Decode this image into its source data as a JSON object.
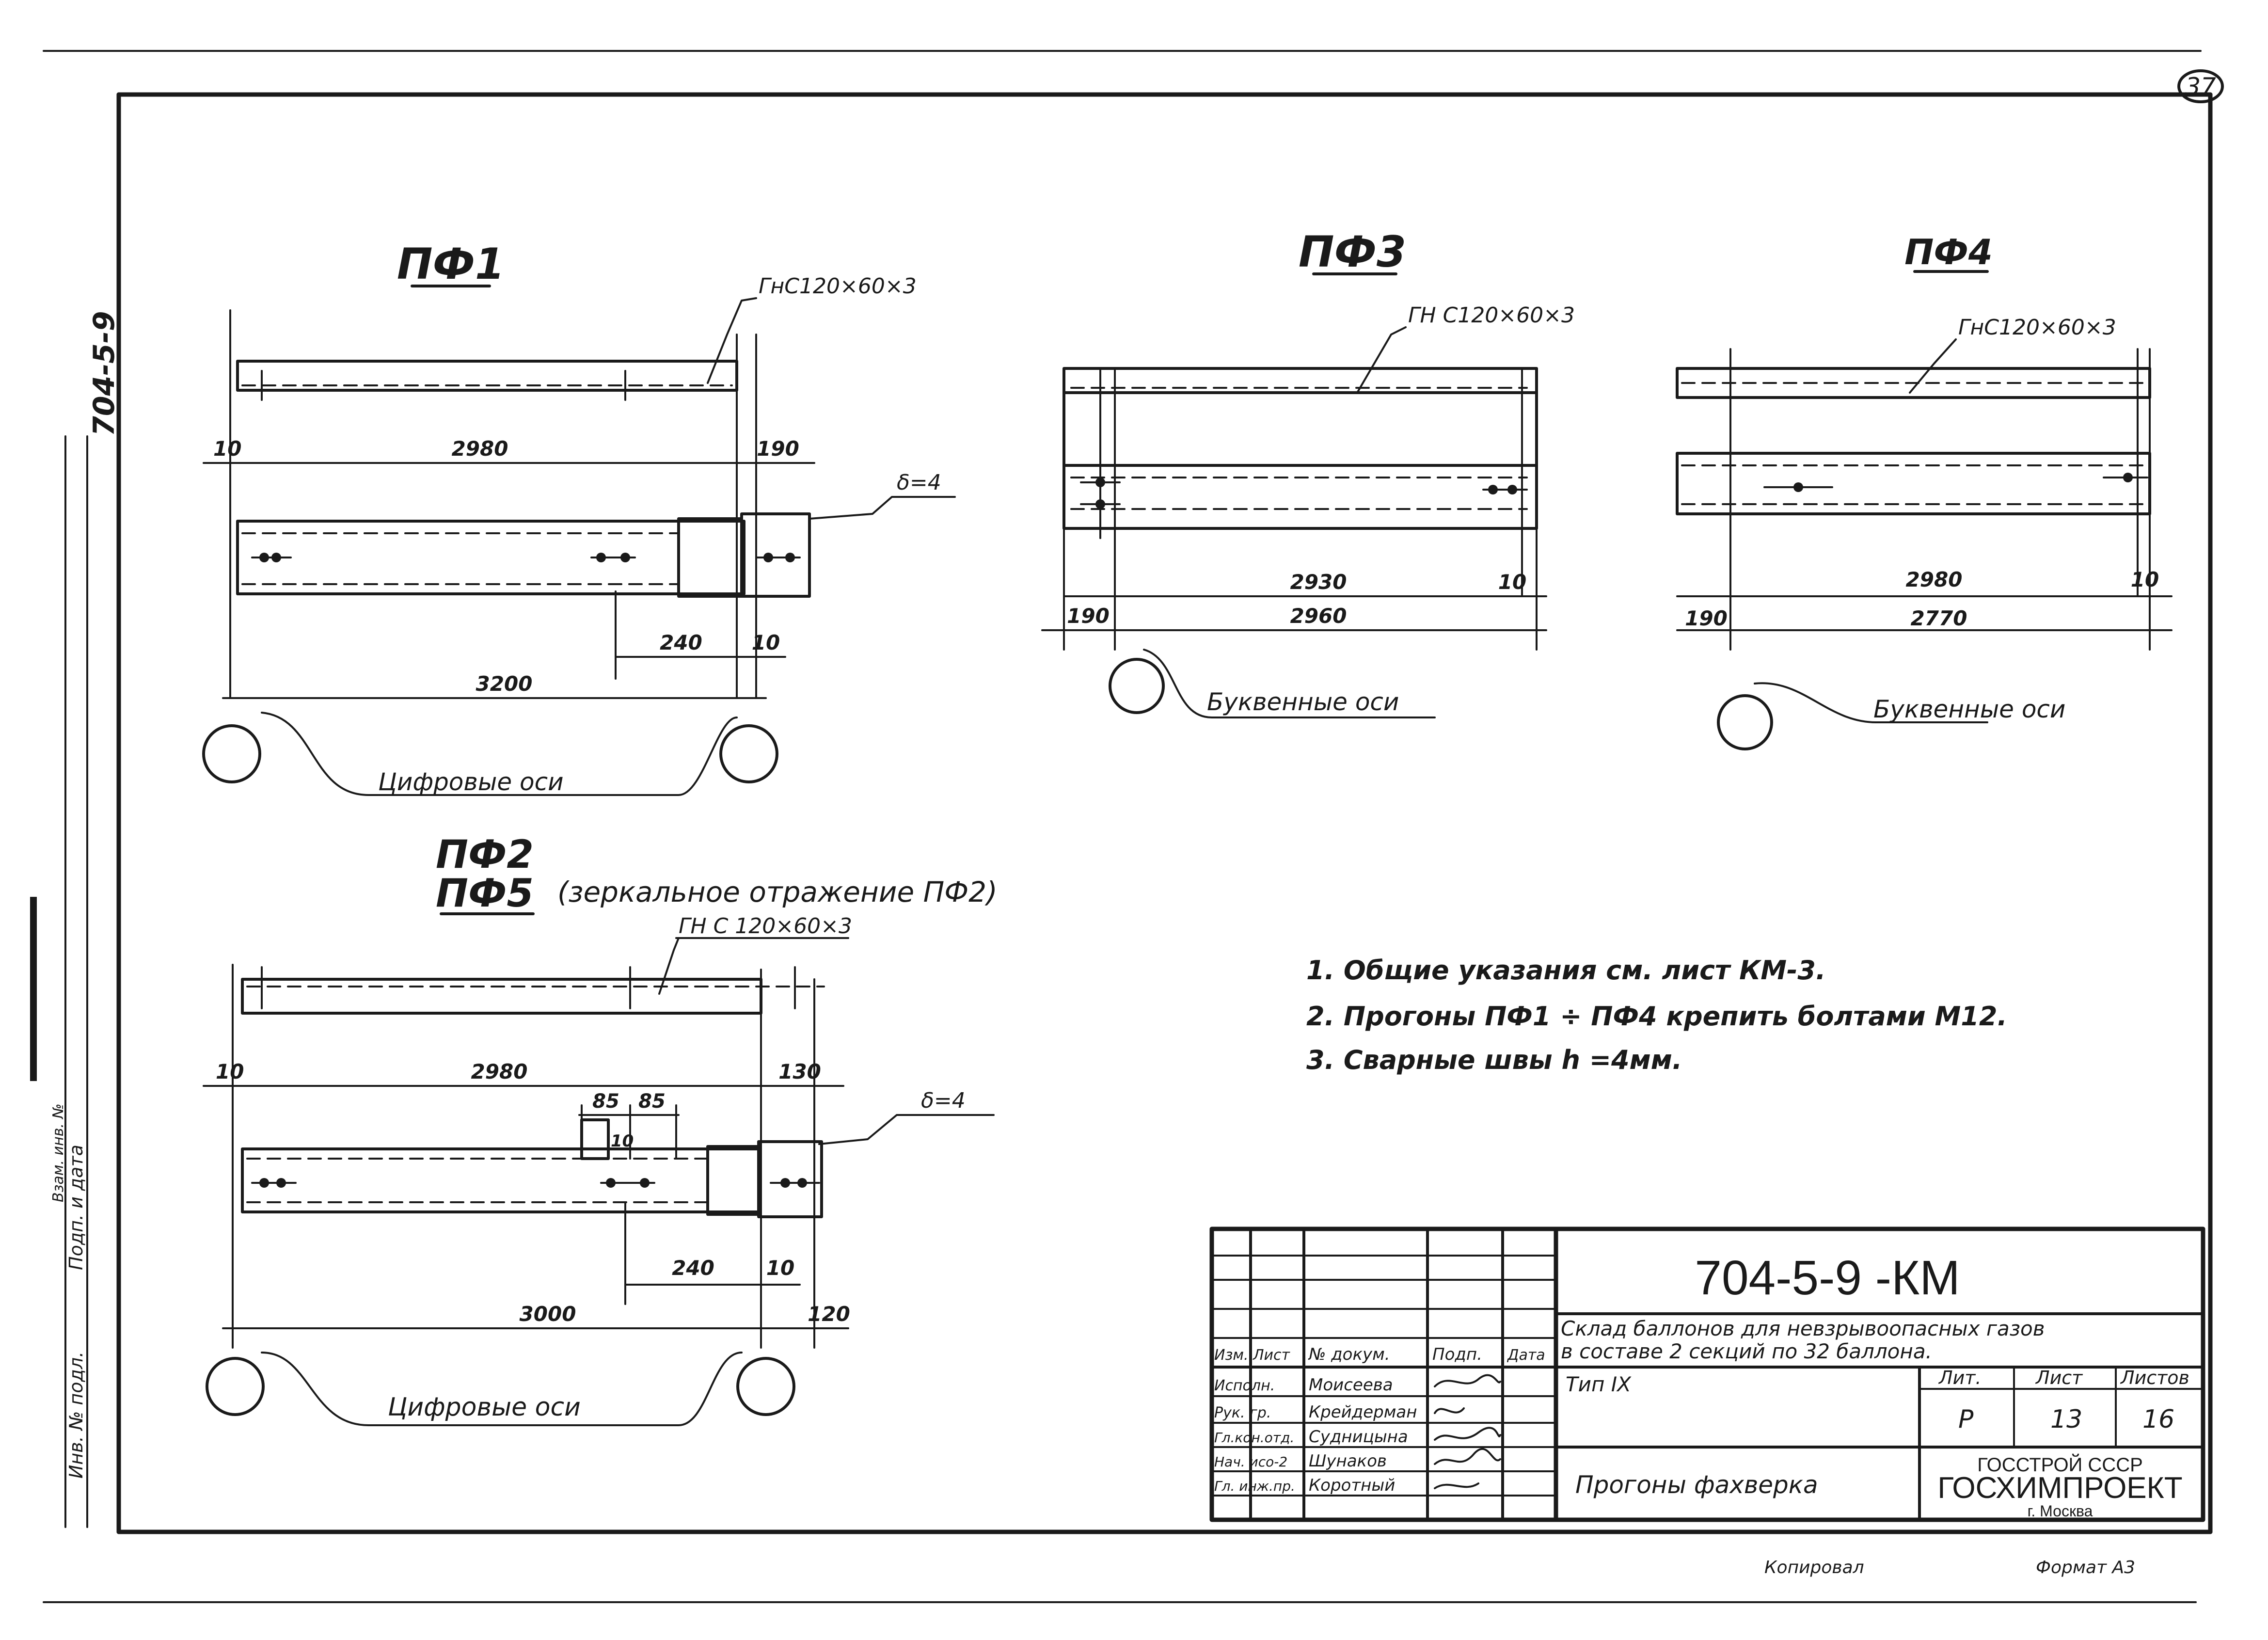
{
  "sheet_number": "37",
  "side_stamp": "704-5-9",
  "margin_labels": {
    "inv_record": "Инв. № подл.",
    "signature": "Подп. и дата",
    "replaced": "Взам. инв. №"
  },
  "views": {
    "pf1": {
      "title": "ПФ1",
      "profile": "ГнС120×60×3",
      "plate": "δ=4",
      "dims": {
        "left": "10",
        "main": "2980",
        "right": "190",
        "hole": "240",
        "end": "10",
        "total": "3200"
      },
      "axis_label": "Цифровые оси"
    },
    "pf2": {
      "title": "ПФ2",
      "subtitle_code": "ПФ5",
      "subtitle_note": "(зеркальное отражение ПФ2)",
      "profile": "ГН С 120×60×3",
      "plate": "δ=4",
      "dims": {
        "left": "10",
        "main": "2980",
        "right": "130",
        "a": "85",
        "b": "85",
        "c": "10",
        "hole": "240",
        "end": "10",
        "total": "3000",
        "tail": "120"
      },
      "axis_label": "Цифровые оси"
    },
    "pf3": {
      "title": "ПФ3",
      "profile": "ГН С120×60×3",
      "dims": {
        "main": "2930",
        "end": "10",
        "left": "190",
        "total": "2960"
      },
      "axis_label": "Буквенные оси"
    },
    "pf4": {
      "title": "ПФ4",
      "profile": "ГнС120×60×3",
      "dims": {
        "main": "2980",
        "end": "10",
        "left": "190",
        "total": "2770"
      },
      "axis_label": "Буквенные оси"
    }
  },
  "notes": [
    "1. Общие указания см. лист КМ-3.",
    "2. Прогоны ПФ1 ÷ ПФ4 крепить болтами М12.",
    "3. Сварные швы h =4мм."
  ],
  "title_block": {
    "code": "704-5-9 -КМ",
    "description_line1": "Склад баллонов для невзрывоопасных газов",
    "description_line2": "в составе 2 секций по 32 баллона.",
    "type": "Тип IX",
    "sheet_title": "Прогоны фахверка",
    "col_headers": [
      "Изм.",
      "Лист",
      "№ докум.",
      "Подп.",
      "Дата"
    ],
    "staff": [
      {
        "role": "Исполн.",
        "name": "Моисеева"
      },
      {
        "role": "Рук. гр.",
        "name": "Крейдерман"
      },
      {
        "role": "Гл.кон.отд.",
        "name": "Судницына"
      },
      {
        "role": "Нач. исо-2",
        "name": "Шунаков"
      },
      {
        "role": "Гл. инж.пр.",
        "name": "Коротный"
      }
    ],
    "stage_label": "Лит.",
    "sheet_label": "Лист",
    "sheets_label": "Листов",
    "stage": "Р",
    "sheet_no": "13",
    "sheets_total": "16",
    "org_line1": "ГОССТРОЙ СССР",
    "org_line2": "ГОСХИМПРОЕКТ",
    "org_line3": "г. Москва"
  },
  "footer": {
    "copied": "Копировал",
    "format": "Формат А3"
  }
}
